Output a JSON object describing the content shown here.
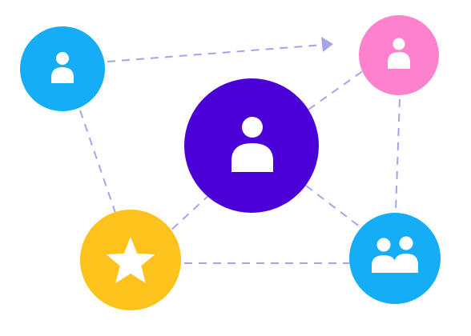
{
  "diagram": {
    "nodes": [
      {
        "id": "top-left",
        "role": "user",
        "color": "#16adf7",
        "icon": "user-icon"
      },
      {
        "id": "top-right",
        "role": "user",
        "color": "#fd82ce",
        "icon": "user-icon"
      },
      {
        "id": "center",
        "role": "user",
        "color": "#4a00d6",
        "icon": "user-icon"
      },
      {
        "id": "bottom-left",
        "role": "favorite",
        "color": "#fdc21b",
        "icon": "star-icon"
      },
      {
        "id": "bottom-right",
        "role": "group",
        "color": "#16adf7",
        "icon": "users-group-icon"
      }
    ],
    "edges": [
      {
        "from": "top-left",
        "to": "top-right",
        "style": "dashed",
        "arrow": true
      },
      {
        "from": "top-left",
        "to": "bottom-left",
        "style": "dashed",
        "arrow": false
      },
      {
        "from": "center",
        "to": "bottom-left",
        "style": "dashed",
        "arrow": false
      },
      {
        "from": "center",
        "to": "top-right",
        "style": "dashed",
        "arrow": false
      },
      {
        "from": "center",
        "to": "bottom-right",
        "style": "dashed",
        "arrow": false
      },
      {
        "from": "top-right",
        "to": "bottom-right",
        "style": "dashed",
        "arrow": false
      },
      {
        "from": "bottom-left",
        "to": "bottom-right",
        "style": "dashed",
        "arrow": false
      }
    ],
    "connector_color": "#a7a3ea"
  }
}
